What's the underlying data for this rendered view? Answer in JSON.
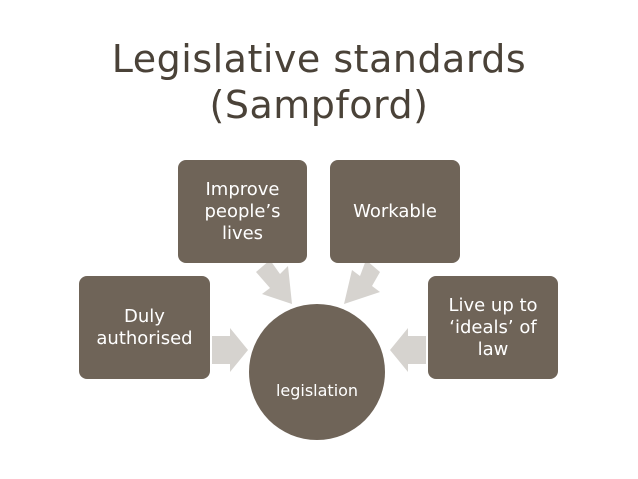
{
  "title": {
    "line1": "Legislative standards",
    "line2": "(Sampford)"
  },
  "diagram": {
    "center": "legislation",
    "nodes": [
      {
        "id": "duly",
        "label": "Duly\nauthorised"
      },
      {
        "id": "improve",
        "label": "Improve\npeople’s\nlives"
      },
      {
        "id": "workable",
        "label": "Workable"
      },
      {
        "id": "ideals",
        "label": "Live up to\n‘ideals’ of\nlaw"
      }
    ]
  },
  "colors": {
    "box_fill": "#6f6458",
    "arrow_fill": "#d6d3cf",
    "title_text": "#4a4238"
  }
}
